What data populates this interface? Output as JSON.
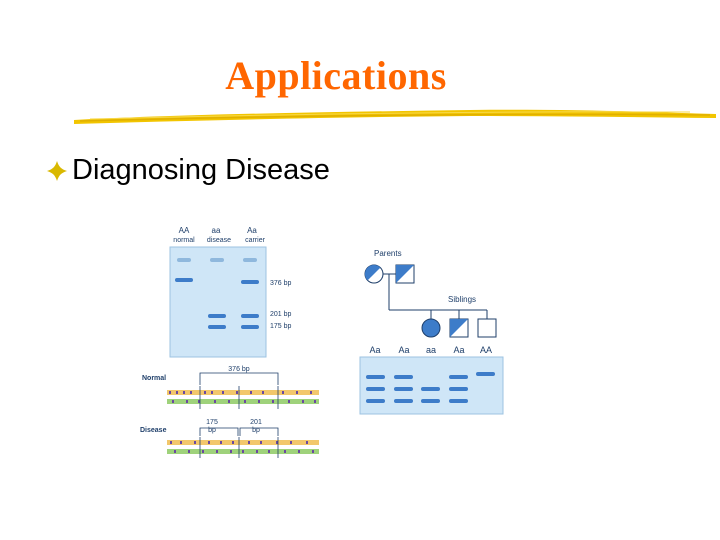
{
  "slide": {
    "title": "Applications",
    "colors": {
      "title": "#ff6600",
      "underline": "#f2c500",
      "bullet": "#d9b800",
      "gel": "#cfe6f7",
      "band": "#3d7cc9"
    },
    "bullets": [
      {
        "text": "Diagnosing Disease",
        "icon": "diamond-bullet-icon"
      }
    ]
  },
  "figure": {
    "gel": {
      "lanes": [
        {
          "genotype": "AA",
          "label": "normal"
        },
        {
          "genotype": "aa",
          "label": "disease"
        },
        {
          "genotype": "Aa",
          "label": "carrier"
        }
      ],
      "sizes": [
        "376 bp",
        "201 bp",
        "175 bp"
      ]
    },
    "digest": {
      "normal_label": "Normal",
      "disease_label": "Disease",
      "normal_fragment": "376 bp",
      "disease_fragments": [
        "175\nbp",
        "201\nbp"
      ]
    },
    "pedigree": {
      "parents_label": "Parents",
      "siblings_label": "Siblings",
      "genotypes": [
        "Aa",
        "Aa",
        "aa",
        "Aa",
        "AA"
      ]
    }
  }
}
